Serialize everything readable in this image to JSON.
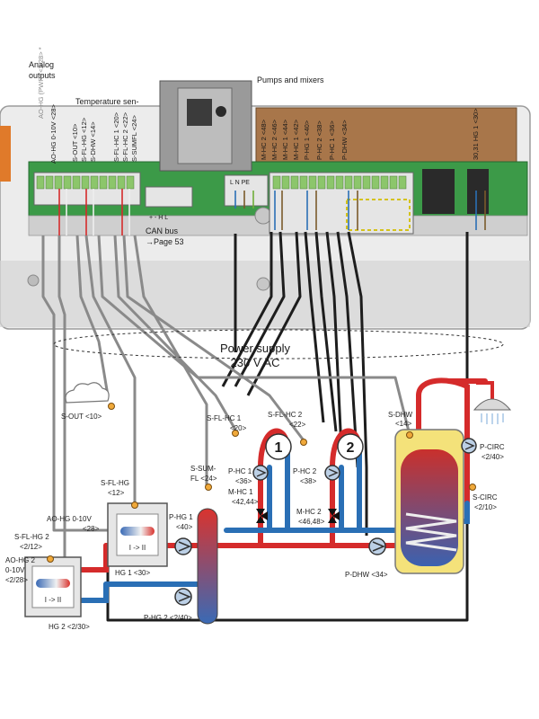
{
  "headings": {
    "analog_line1": "Analog",
    "analog_line2": "outputs",
    "temperature": "Temperature sen-",
    "pumps": "Pumps and mixers",
    "can1": "CAN bus",
    "can2": "→Page 53",
    "power1": "Power supply",
    "power2": "230 V AC"
  },
  "terminals": {
    "ao_pwr": "AO-HG (PWR) <2/28> *",
    "ao_010": "AO-HG 0-10V <28>",
    "s_out": "S-OUT <10>",
    "s_fl_hg": "S-FL-HG <12>",
    "s_dhw": "S-DHW <14>",
    "s_fl_hc1": "S-FL-HC 1 <20>",
    "s_fl_hc2": "S-FL-HC 2 <22>",
    "s_sumfl": "S-SUMFL <24>",
    "m_hc2a": "M-HC 2 <48>",
    "m_hc2b": "M-HC 2 <46>",
    "m_hc1a": "M-HC 1 <44>",
    "m_hc1b": "M-HC 1 <42>",
    "p_hg1": "P-HG 1 <40>",
    "p_hc2": "P-HC 2 <38>",
    "p_hc1": "P-HC 1 <36>",
    "p_dhw": "P-DHW <34>",
    "hg1": "30,31 HG 1 <30>",
    "mains": "L  N  PE",
    "can_pins": "+  -  H  L"
  },
  "labels": {
    "s_out": "S-OUT <10>",
    "s_fl_hc1": "S-FL-HC 1",
    "s_fl_hc1_n": "<20>",
    "s_fl_hc2": "S-FL-HC 2",
    "s_fl_hc2_n": "<22>",
    "s_dhw": "S-DHW",
    "s_dhw_n": "<14>",
    "s_sum1": "S-SUM-",
    "s_sum2": "FL <24>",
    "s_fl_hg": "S-FL-HG",
    "s_fl_hg_n": "<12>",
    "ao_hg1": "AO-HG 0-10V",
    "ao_hg1_n": "<28>",
    "s_fl_hg2": "S-FL-HG 2",
    "s_fl_hg2_n": "<2/12>",
    "ao_hg2": "AO-HG 2",
    "ao_hg2_b": "0-10V",
    "ao_hg2_n": "<2/28>",
    "p_hc1": "P-HC 1",
    "p_hc1_n": "<36>",
    "m_hc1": "M-HC 1",
    "m_hc1_n": "<42,44>",
    "p_hc2": "P-HC 2",
    "p_hc2_n": "<38>",
    "m_hc2": "M-HC 2",
    "m_hc2_n": "<46,48>",
    "p_hg1": "P-HG 1",
    "p_hg1_n": "<40>",
    "hg1": "HG 1 <30>",
    "p_hg2": "P-HG 2 <2/40>",
    "hg2": "HG 2 <2/30>",
    "p_dhw": "P-DHW <34>",
    "p_circ": "P-CIRC",
    "p_circ_n": "<2/40>",
    "s_circ": "S-CIRC",
    "s_circ_n": "<2/10>",
    "boiler_arrow": "I -> II",
    "hc1_num": "1",
    "hc2_num": "2"
  },
  "colors": {
    "hot": "#d52b2b",
    "cold": "#2a6fb5",
    "housing": "#e8e8e8",
    "pcb": "#3c9a48",
    "dhw_tank": "#f4e27a",
    "sensor": "#e8a23a"
  }
}
